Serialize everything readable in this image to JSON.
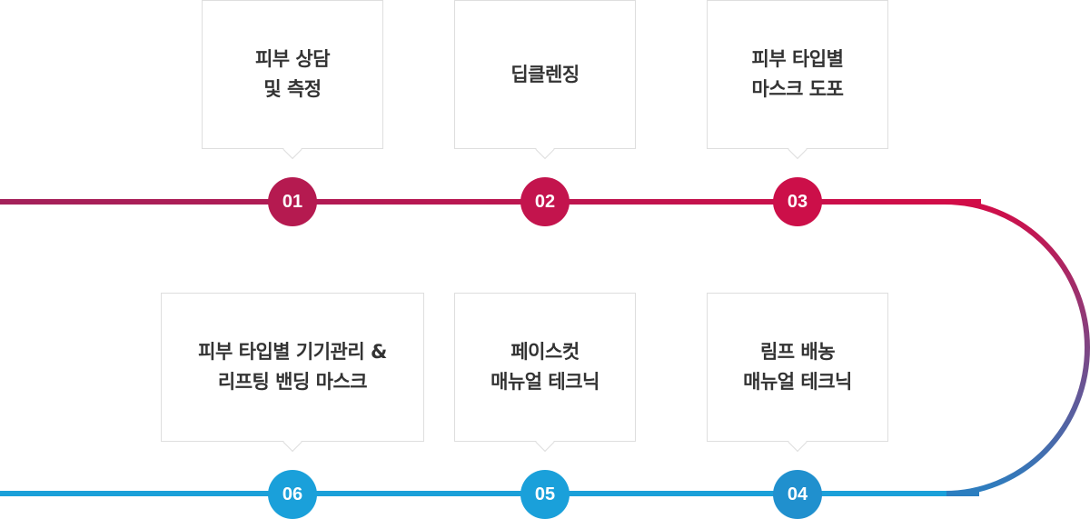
{
  "colors": {
    "top_line_start": "#a3215a",
    "top_line_end": "#d20c47",
    "bottom_line": "#1ba0d9",
    "curve_bottom": "#2b7ec0",
    "box_border": "#dedede",
    "text": "#333333"
  },
  "steps": [
    {
      "number": "01",
      "lines": [
        "피부 상담",
        "및 측정"
      ],
      "color": "#b51a50"
    },
    {
      "number": "02",
      "lines": [
        "딥클렌징"
      ],
      "color": "#c3144d"
    },
    {
      "number": "03",
      "lines": [
        "피부 타입별",
        "마스크 도포"
      ],
      "color": "#cc0f49"
    },
    {
      "number": "04",
      "lines": [
        "림프 배농",
        "매뉴얼 테크닉"
      ],
      "color": "#2090ce"
    },
    {
      "number": "05",
      "lines": [
        "페이스컷",
        "매뉴얼 테크닉"
      ],
      "color": "#1aa0da"
    },
    {
      "number": "06",
      "lines": [
        "피부 타입별 기기관리 &",
        "리프팅 밴딩 마스크"
      ],
      "color": "#1aa0da"
    }
  ]
}
